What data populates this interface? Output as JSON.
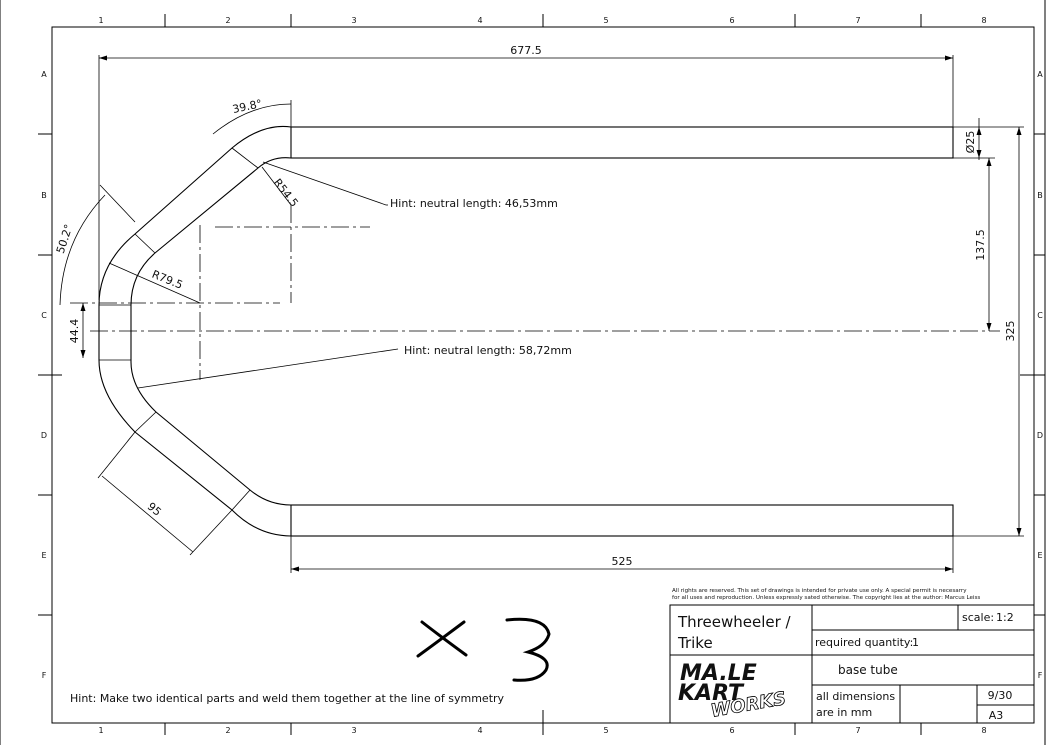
{
  "colors": {
    "line": "#000000",
    "background": "#ffffff"
  },
  "zones": {
    "columns": [
      "1",
      "2",
      "3",
      "4",
      "5",
      "6",
      "7",
      "8"
    ],
    "rows": [
      "A",
      "B",
      "C",
      "D",
      "E",
      "F"
    ]
  },
  "dimensions": {
    "overall_length": "677.5",
    "bend_angle_top": "39.8°",
    "bend_angle_left": "50.2°",
    "radius_small": "R54.5",
    "radius_large": "R79.5",
    "tube_diameter": "Ø25",
    "offset_137": "137.5",
    "overall_height": "325",
    "offset_44": "44.4",
    "diagonal_95": "95",
    "straight_525": "525"
  },
  "hints": {
    "neutral_length_1": "Hint: neutral length: 46,53mm",
    "neutral_length_2": "Hint: neutral length: 58,72mm",
    "weld": "Hint: Make two identical parts and weld them together at the line of symmetry"
  },
  "annotation": {
    "handwritten_quantity": "X 3"
  },
  "title_block": {
    "copyright_line1": "All rights are reserved. This set of drawings is intended for private use only. A special permit is necesarry",
    "copyright_line2": "for all uses and reproduction. Unless expressly sated otherwise. The copyright lies at the author: Marcus Leiss",
    "title_line1": "Threewheeler /",
    "title_line2": "Trike",
    "scale_label": "scale:",
    "scale_value": "1:2",
    "quantity_label": "required quantity:",
    "quantity_value": "1",
    "part_name": "base tube",
    "units_line1": "all dimensions",
    "units_line2": "are in mm",
    "sheet": "9/30",
    "format": "A3",
    "logo_line1": "MA.LE",
    "logo_line2": "KART",
    "logo_line3": "WORKS"
  }
}
